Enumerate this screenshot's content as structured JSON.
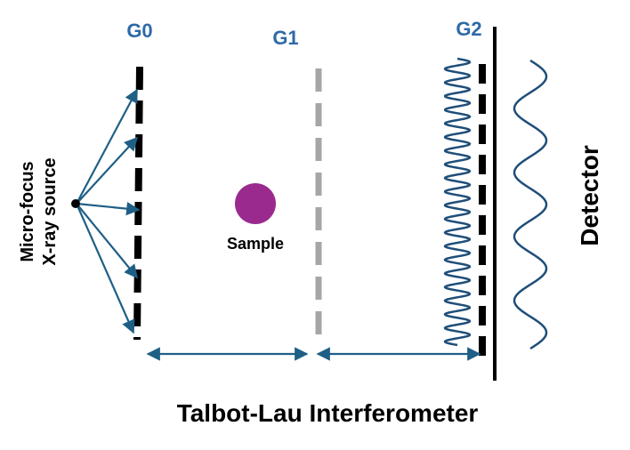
{
  "labels": {
    "g0": "G0",
    "g1": "G1",
    "g2": "G2",
    "source_line1": "Micro-focus",
    "source_line2": "X-ray source",
    "sample": "Sample",
    "detector": "Detector",
    "title": "Talbot-Lau Interferometer"
  },
  "colors": {
    "grating_dark": "#000000",
    "grating_light": "#a6a6a6",
    "arrow": "#1f5f86",
    "label_blue": "#2e6aa6",
    "sample": "#9b2a8f",
    "wave": "#1f4e79",
    "text": "#000000"
  },
  "icons": {
    "source": "point-source-dot",
    "sample": "sample-circle"
  }
}
